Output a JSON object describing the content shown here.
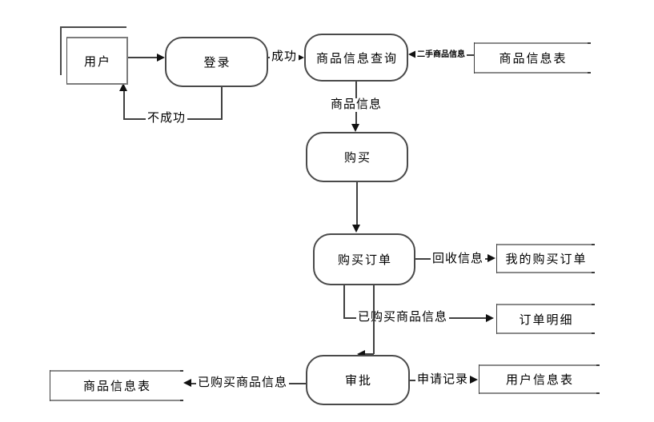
{
  "diagram": {
    "nodes": {
      "user": "用户",
      "login": "登录",
      "product_info_query": "商品信息查询",
      "product_info_table_top": "商品信息表",
      "purchase": "购买",
      "purchase_order": "购买订单",
      "my_purchase_orders": "我的购买订单",
      "order_details": "订单明细",
      "approval": "审批",
      "product_info_table_bottom": "商品信息表",
      "user_info_table": "用户信息表"
    },
    "edge_labels": {
      "success": "成功",
      "unsuccessful": "不成功",
      "secondhand_product_info": "二手商品信息",
      "product_info": "商品信息",
      "recycle_info": "回收信息",
      "purchased_product_info_to_order_details": "已购买商品信息",
      "purchased_product_info_to_table": "已购买商品信息",
      "application_record": "申请记录"
    },
    "colors": {
      "flow_line": "#404040",
      "datastore_line": "#8a8a8a",
      "text": "#000000",
      "background": "#ffffff"
    }
  }
}
